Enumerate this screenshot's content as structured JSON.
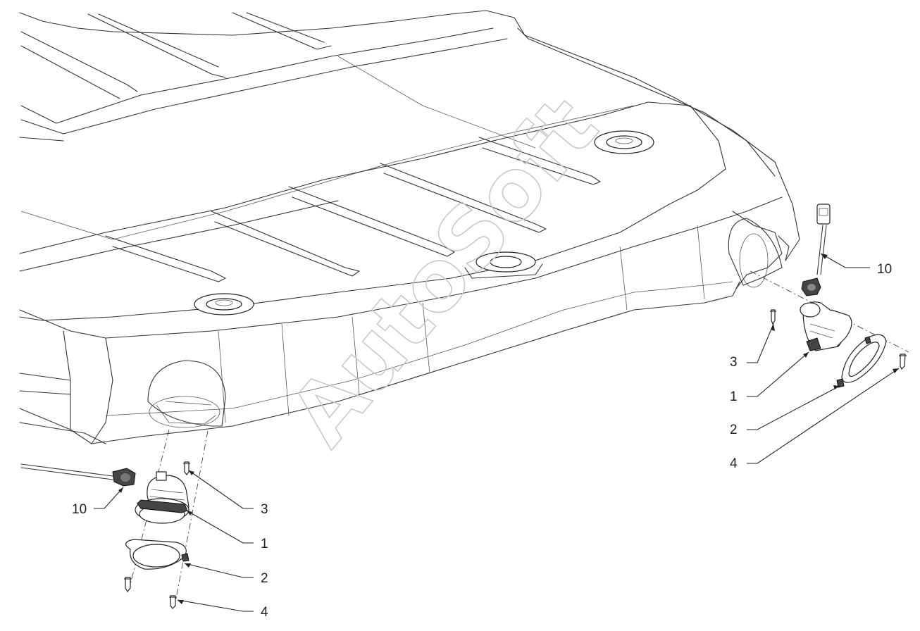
{
  "watermark": "AutoSoft",
  "callouts": {
    "right_10": "10",
    "right_3": "3",
    "right_1": "1",
    "right_2": "2",
    "right_4": "4",
    "left_10": "10",
    "left_3": "3",
    "left_1": "1",
    "left_2": "2",
    "left_4": "4"
  }
}
